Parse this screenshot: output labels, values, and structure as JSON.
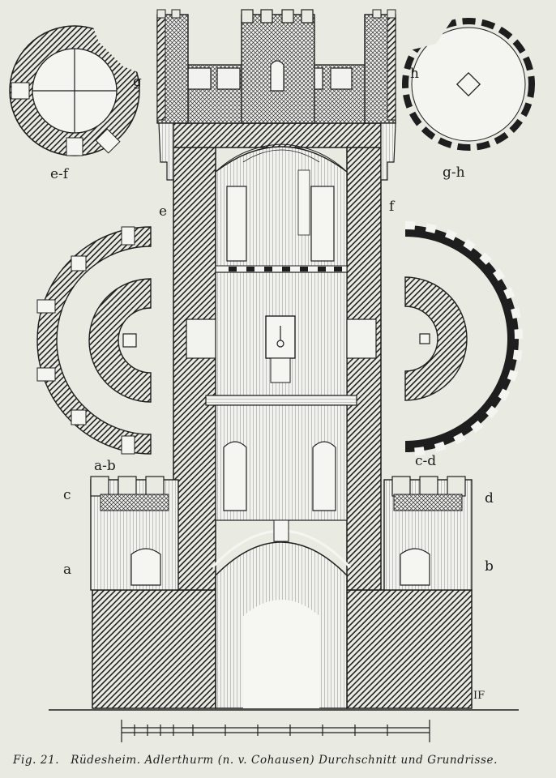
{
  "caption": {
    "figure_number": "Fig. 21.",
    "text": "Rüdesheim. Adlerthurm (n. v. Cohausen) Durchschnitt und Grundrisse."
  },
  "section_labels": {
    "g": "g",
    "h": "h",
    "e": "e",
    "f": "f",
    "c": "c",
    "d": "d",
    "a": "a",
    "b": "b",
    "plan_ef": "e-f",
    "plan_gh": "g-h",
    "plan_ab": "a-b",
    "plan_cd": "c-d"
  },
  "monogram": "IF",
  "colors": {
    "paper": "#e9ebe3",
    "ink": "#1e1e1e",
    "hatch": "#2a2a2a"
  }
}
